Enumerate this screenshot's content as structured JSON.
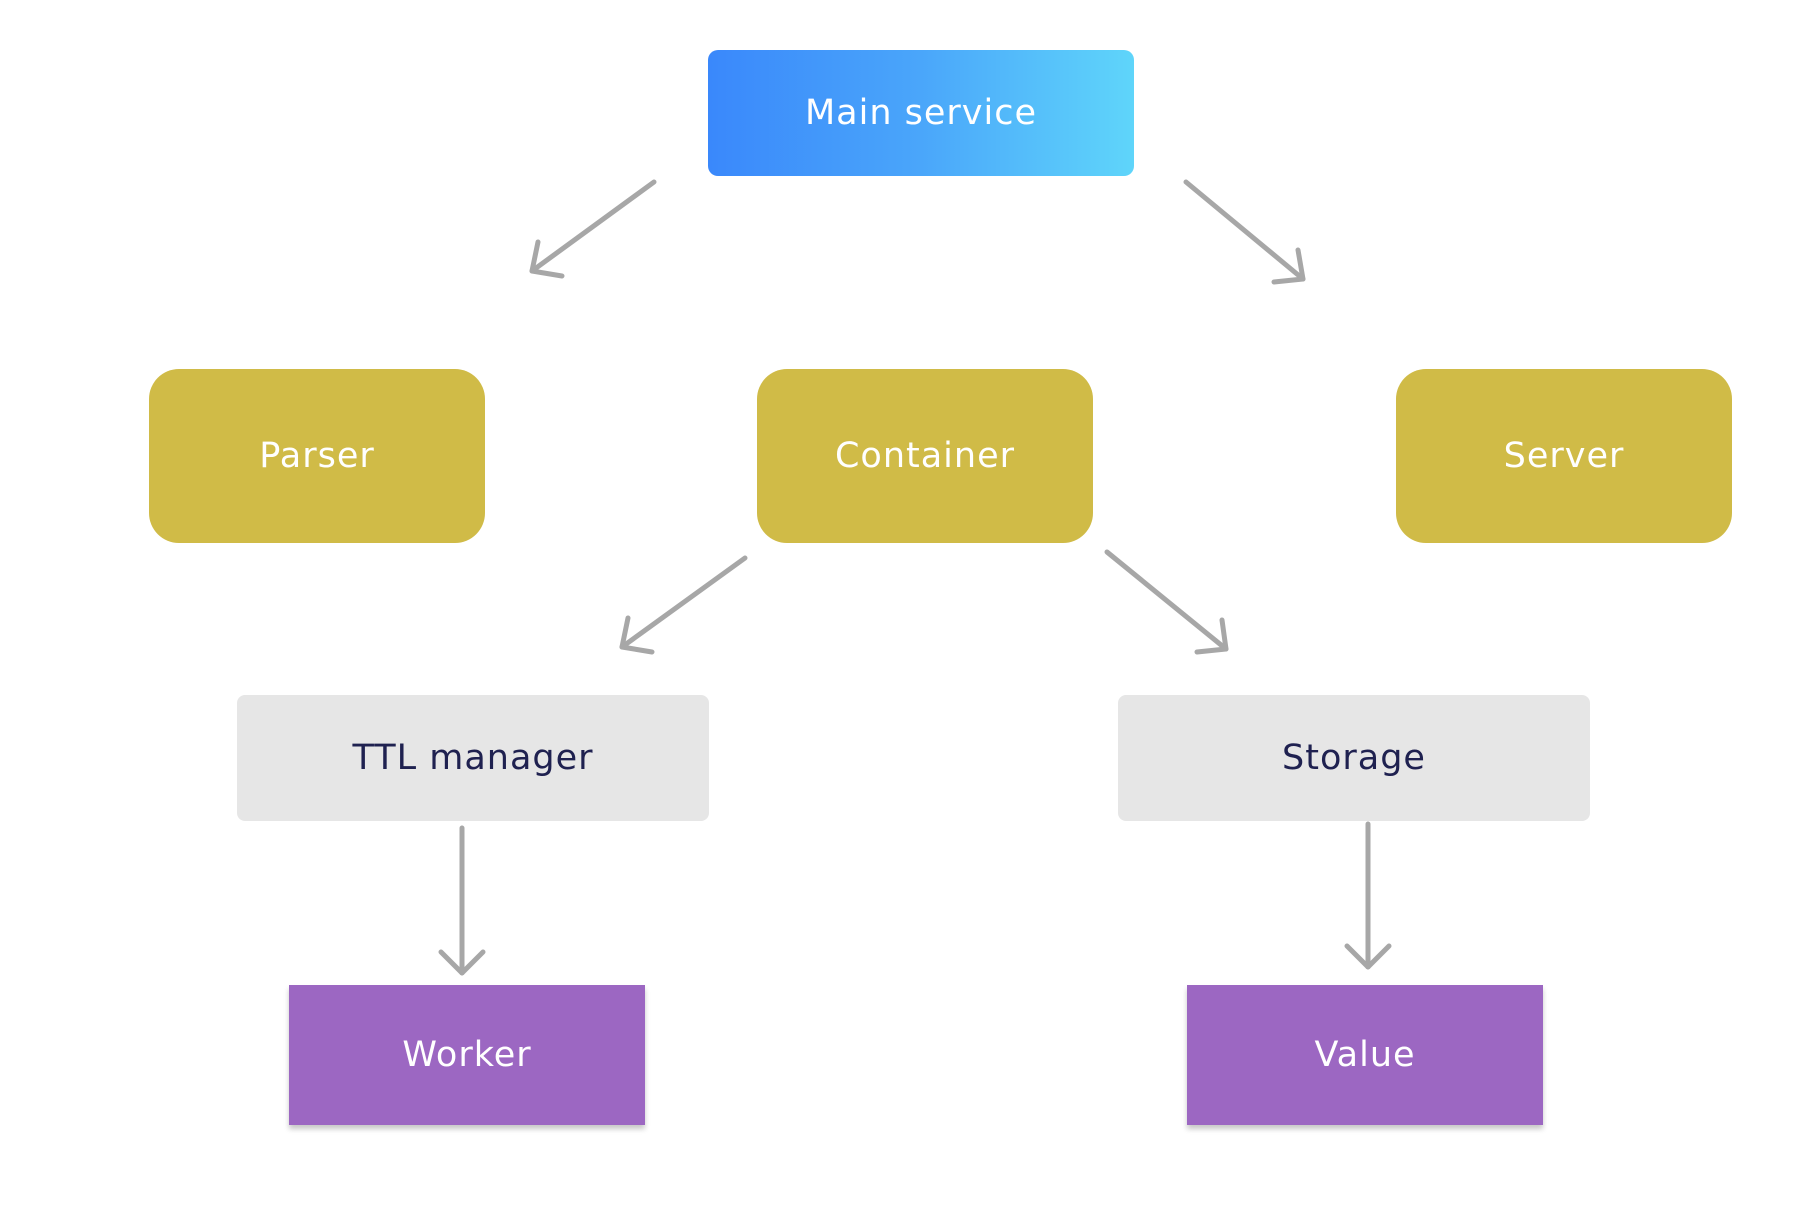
{
  "diagram": {
    "nodes": {
      "main_service": {
        "label": "Main service",
        "color": "#3a88fb"
      },
      "parser": {
        "label": "Parser",
        "color": "#d0bb47"
      },
      "container": {
        "label": "Container",
        "color": "#d0bb47"
      },
      "server": {
        "label": "Server",
        "color": "#d0bb47"
      },
      "ttl_manager": {
        "label": "TTL manager",
        "color": "#e6e6e6"
      },
      "storage": {
        "label": "Storage",
        "color": "#e6e6e6"
      },
      "worker": {
        "label": "Worker",
        "color": "#9c67c2"
      },
      "value": {
        "label": "Value",
        "color": "#9c67c2"
      }
    },
    "edges": [
      {
        "from": "main_service",
        "to": "parser"
      },
      {
        "from": "main_service",
        "to": "server"
      },
      {
        "from": "container",
        "to": "ttl_manager"
      },
      {
        "from": "container",
        "to": "storage"
      },
      {
        "from": "ttl_manager",
        "to": "worker"
      },
      {
        "from": "storage",
        "to": "value"
      }
    ],
    "arrow_color": "#a7a7a7"
  }
}
